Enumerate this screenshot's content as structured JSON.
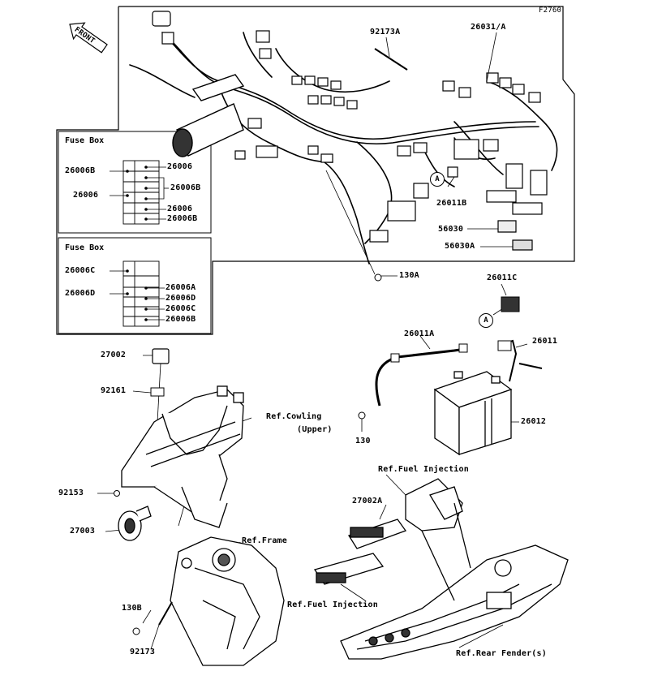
{
  "diagram_code": "F2760",
  "front_label": "FRONT",
  "fuse_box_1": {
    "title": "Fuse Box",
    "left_labels": [
      "26006B",
      "26006"
    ],
    "right_labels": [
      "26006",
      "26006B",
      "26006",
      "26006B"
    ]
  },
  "fuse_box_2": {
    "title": "Fuse Box",
    "left_labels": [
      "26006C",
      "26006D"
    ],
    "right_labels": [
      "26006A",
      "26006D",
      "26006C",
      "26006B"
    ]
  },
  "parts": {
    "p92173A": "92173A",
    "p26031A": "26031/A",
    "p26011B": "26011B",
    "p56030": "56030",
    "p56030A": "56030A",
    "p130A": "130A",
    "p26011C": "26011C",
    "p26011A": "26011A",
    "p26011": "26011",
    "p26012": "26012",
    "p130": "130",
    "p27002": "27002",
    "p92161": "92161",
    "p92153": "92153",
    "p27003": "27003",
    "p27002A": "27002A",
    "p130B": "130B",
    "p92173": "92173"
  },
  "references": {
    "cowling": "Ref.Cowling",
    "cowling_upper": "(Upper)",
    "fuel_injection_1": "Ref.Fuel Injection",
    "frame": "Ref.Frame",
    "fuel_injection_2": "Ref.Fuel Injection",
    "rear_fender": "Ref.Rear Fender(s)"
  },
  "marker_a": "A"
}
